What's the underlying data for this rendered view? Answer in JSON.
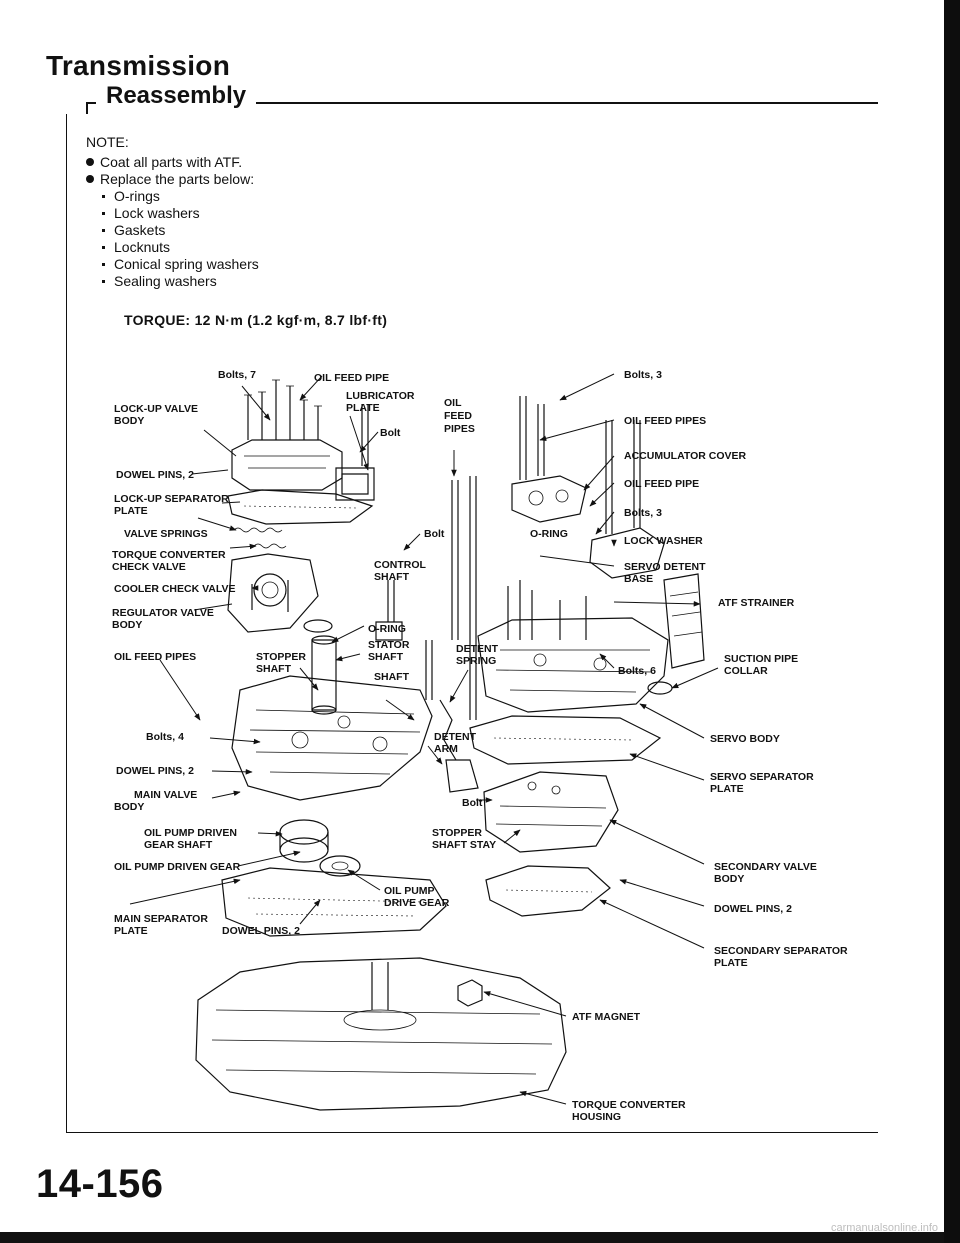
{
  "header": {
    "title": "Transmission",
    "section": "Reassembly"
  },
  "note": {
    "title": "NOTE:",
    "items": [
      "Coat all parts with ATF.",
      "Replace the parts below:"
    ],
    "replace_parts": [
      "O-rings",
      "Lock washers",
      "Gaskets",
      "Locknuts",
      "Conical spring washers",
      "Sealing washers"
    ]
  },
  "torque": "TORQUE: 12 N·m (1.2 kgf·m, 8.7 lbf·ft)",
  "labels": {
    "bolts_7": "Bolts, 7",
    "oil_feed_pipe_top": "OIL FEED PIPE",
    "lubricator_plate_1": "LUBRICATOR",
    "lubricator_plate_2": "PLATE",
    "oil_feed_pipes_center_1": "OIL",
    "oil_feed_pipes_center_2": "FEED",
    "oil_feed_pipes_center_3": "PIPES",
    "bolts_3_top": "Bolts, 3",
    "oil_feed_pipes_right": "OIL FEED PIPES",
    "lockup_valve_body_1": "LOCK-UP VALVE",
    "lockup_valve_body_2": "BODY",
    "bolt_top": "Bolt",
    "accumulator_cover": "ACCUMULATOR COVER",
    "dowel_pins_2_top": "DOWEL PINS, 2",
    "oil_feed_pipe_right": "OIL FEED PIPE",
    "lockup_separator_plate_1": "LOCK-UP SEPARATOR",
    "lockup_separator_plate_2": "PLATE",
    "bolts_3_mid": "Bolts, 3",
    "o_ring_upper": "O-RING",
    "valve_springs": "VALVE SPRINGS",
    "bolt_mid": "Bolt",
    "lock_washer": "LOCK WASHER",
    "torque_converter_check_valve_1": "TORQUE CONVERTER",
    "torque_converter_check_valve_2": "CHECK VALVE",
    "control_shaft_1": "CONTROL",
    "control_shaft_2": "SHAFT",
    "servo_detent_base_1": "SERVO DETENT",
    "servo_detent_base_2": "BASE",
    "cooler_check_valve": "COOLER CHECK VALVE",
    "atf_strainer": "ATF STRAINER",
    "regulator_valve_body_1": "REGULATOR VALVE",
    "regulator_valve_body_2": "BODY",
    "o_ring_lower": "O-RING",
    "stator_shaft_1": "STATOR",
    "stator_shaft_2": "SHAFT",
    "oil_feed_pipes_left": "OIL FEED PIPES",
    "stopper_shaft_1": "STOPPER",
    "stopper_shaft_2": "SHAFT",
    "detent_spring_1": "DETENT",
    "detent_spring_2": "SPRING",
    "bolts_6": "Bolts, 6",
    "suction_pipe_collar_1": "SUCTION PIPE",
    "suction_pipe_collar_2": "COLLAR",
    "shaft": "SHAFT",
    "bolts_4": "Bolts, 4",
    "detent_arm_1": "DETENT",
    "detent_arm_2": "ARM",
    "servo_body": "SERVO BODY",
    "dowel_pins_2_mid": "DOWEL PINS, 2",
    "servo_separator_plate_1": "SERVO SEPARATOR",
    "servo_separator_plate_2": "PLATE",
    "main_valve_body_1": "MAIN VALVE",
    "main_valve_body_2": "BODY",
    "bolt_lower": "Bolt",
    "oil_pump_driven_gear_shaft_1": "OIL PUMP DRIVEN",
    "oil_pump_driven_gear_shaft_2": "GEAR SHAFT",
    "stopper_shaft_stay_1": "STOPPER",
    "stopper_shaft_stay_2": "SHAFT STAY",
    "oil_pump_driven_gear": "OIL PUMP DRIVEN GEAR",
    "secondary_valve_body_1": "SECONDARY VALVE",
    "secondary_valve_body_2": "BODY",
    "oil_pump_drive_gear_1": "OIL PUMP",
    "oil_pump_drive_gear_2": "DRIVE GEAR",
    "dowel_pins_2_right": "DOWEL PINS, 2",
    "main_separator_plate_1": "MAIN SEPARATOR",
    "main_separator_plate_2": "PLATE",
    "dowel_pins_2_bottom": "DOWEL PINS, 2",
    "secondary_separator_plate_1": "SECONDARY SEPARATOR",
    "secondary_separator_plate_2": "PLATE",
    "atf_magnet": "ATF MAGNET",
    "torque_converter_housing_1": "TORQUE CONVERTER",
    "torque_converter_housing_2": "HOUSING"
  },
  "page_number": "14-156",
  "watermark": "carmanualsonline.info"
}
